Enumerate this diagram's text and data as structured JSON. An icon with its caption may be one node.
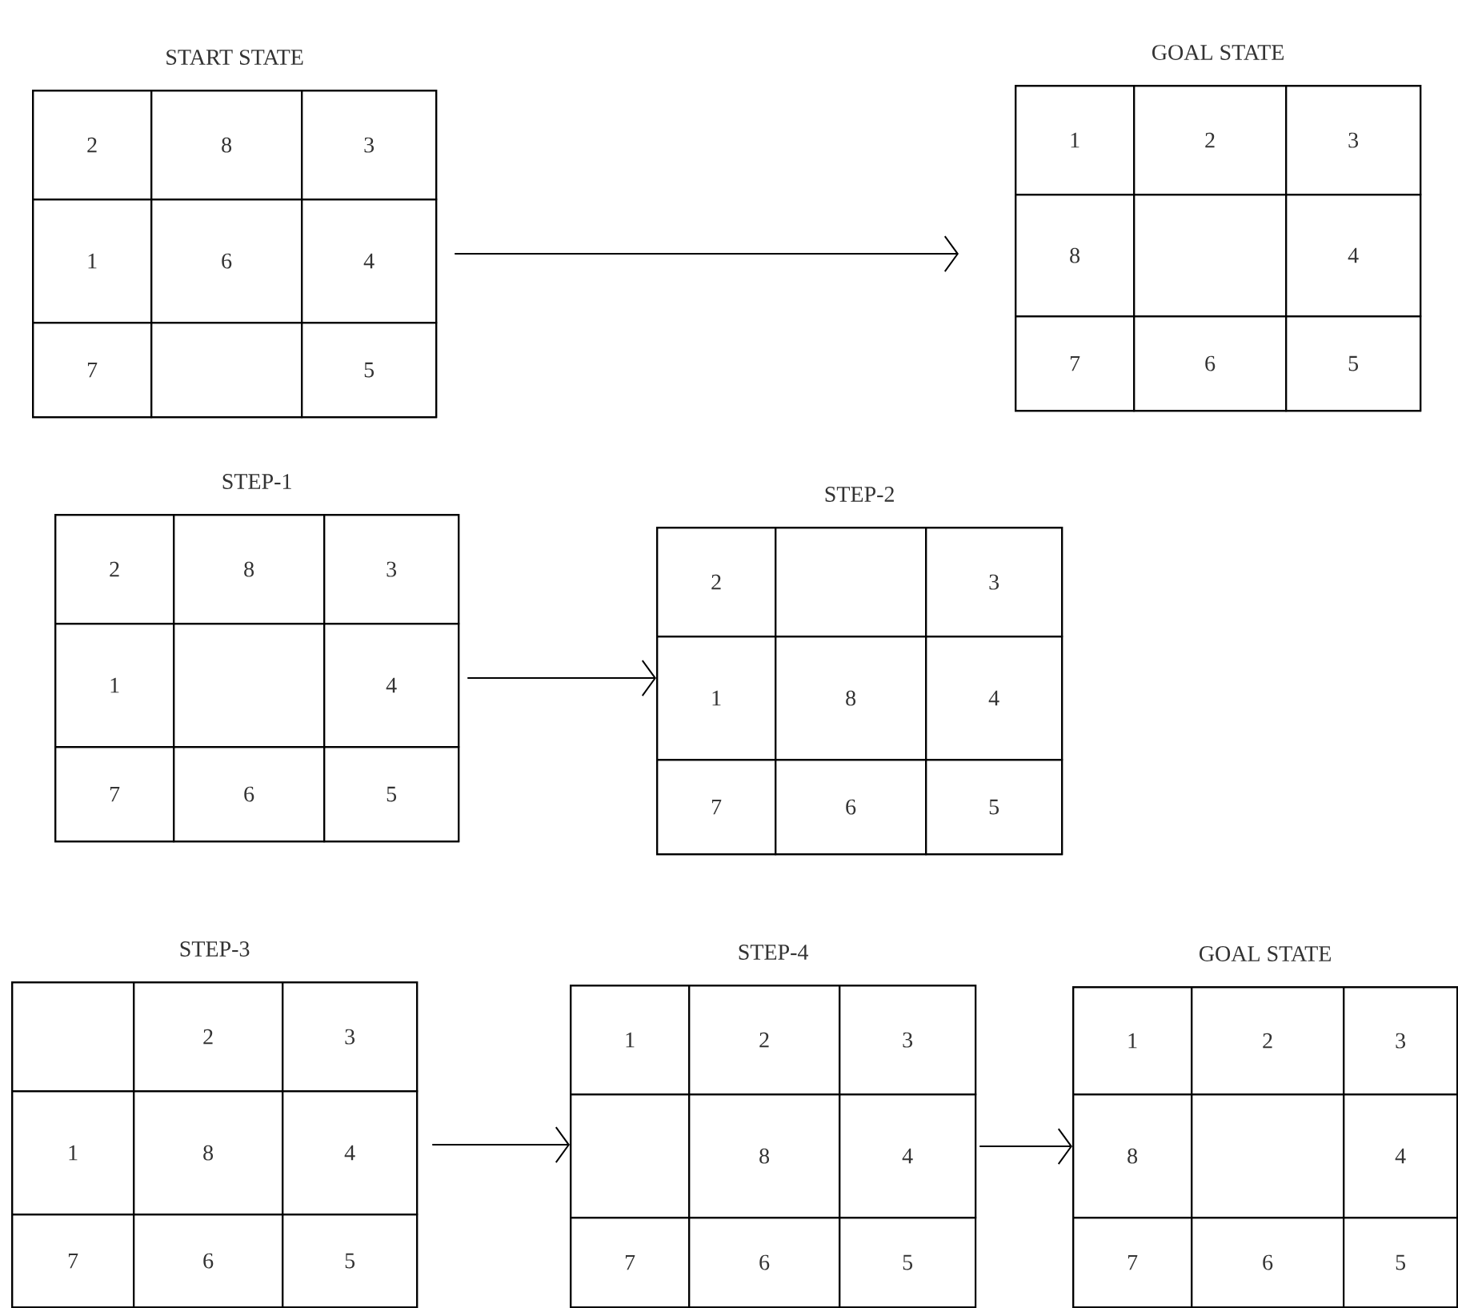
{
  "diagram": {
    "nodes": [
      {
        "text": [
          "START STATE"
        ]
      },
      {
        "text": [
          "2"
        ],
        "in": 0
      },
      {
        "text": [
          "8"
        ],
        "in": 0
      },
      {
        "text": [
          "3"
        ],
        "in": 0
      },
      {
        "text": [
          "1"
        ],
        "in": 0
      },
      {
        "text": [
          "6"
        ],
        "in": 0
      },
      {
        "text": [
          "4"
        ],
        "in": 0
      },
      {
        "text": [
          "7"
        ],
        "in": 0
      },
      {
        "text": [],
        "shape": "box",
        "in": 0
      },
      {
        "text": [
          "5"
        ],
        "in": 0
      },
      {
        "text": [
          "GOAL STATE"
        ]
      },
      {
        "text": [
          "1"
        ],
        "in": 10
      },
      {
        "text": [
          "2"
        ],
        "in": 10
      },
      {
        "text": [
          "3"
        ],
        "in": 10
      },
      {
        "text": [
          "8"
        ],
        "in": 10
      },
      {
        "text": [],
        "shape": "box",
        "in": 10
      },
      {
        "text": [
          "4"
        ],
        "in": 10
      },
      {
        "text": [
          "7"
        ],
        "in": 10
      },
      {
        "text": [
          "6"
        ],
        "in": 10
      },
      {
        "text": [
          "5"
        ],
        "in": 10
      },
      {
        "text": [
          "STEP-1"
        ]
      },
      {
        "text": [
          "2"
        ],
        "in": 20
      },
      {
        "text": [
          "8"
        ],
        "in": 20
      },
      {
        "text": [
          "3"
        ],
        "in": 20
      },
      {
        "text": [
          "1"
        ],
        "in": 20
      },
      {
        "text": [],
        "shape": "box",
        "in": 20
      },
      {
        "text": [
          "4"
        ],
        "in": 20
      },
      {
        "text": [
          "7"
        ],
        "in": 20
      },
      {
        "text": [
          "6"
        ],
        "in": 20
      },
      {
        "text": [
          "5"
        ],
        "in": 20
      },
      {
        "text": [
          "STEP-2"
        ]
      },
      {
        "text": [
          "2"
        ],
        "in": 30
      },
      {
        "text": [],
        "shape": "box",
        "in": 30
      },
      {
        "text": [
          "3"
        ],
        "in": 30
      },
      {
        "text": [
          "1"
        ],
        "in": 30
      },
      {
        "text": [
          "8"
        ],
        "in": 30
      },
      {
        "text": [
          "4"
        ],
        "in": 30
      },
      {
        "text": [
          "7"
        ],
        "in": 30
      },
      {
        "text": [
          "6"
        ],
        "in": 30
      },
      {
        "text": [
          "5"
        ],
        "in": 30
      },
      {
        "text": [
          "STEP-3"
        ]
      },
      {
        "text": [],
        "shape": "box",
        "in": 40
      },
      {
        "text": [
          "2"
        ],
        "in": 40
      },
      {
        "text": [
          "3"
        ],
        "in": 40
      },
      {
        "text": [
          "1"
        ],
        "in": 40
      },
      {
        "text": [
          "8"
        ],
        "in": 40
      },
      {
        "text": [
          "4"
        ],
        "in": 40
      },
      {
        "text": [
          "7"
        ],
        "in": 40
      },
      {
        "text": [
          "6"
        ],
        "in": 40
      },
      {
        "text": [
          "5"
        ],
        "in": 40
      },
      {
        "text": [
          "STEP-4"
        ]
      },
      {
        "text": [
          "1"
        ],
        "in": 50
      },
      {
        "text": [
          "2"
        ],
        "in": 50
      },
      {
        "text": [
          "3"
        ],
        "in": 50
      },
      {
        "text": [],
        "shape": "box",
        "in": 50
      },
      {
        "text": [
          "8"
        ],
        "in": 50
      },
      {
        "text": [
          "4"
        ],
        "in": 50
      },
      {
        "text": [
          "7"
        ],
        "in": 50
      },
      {
        "text": [
          "6"
        ],
        "in": 50
      },
      {
        "text": [
          "5"
        ],
        "in": 50
      },
      {
        "text": [
          "GOAL STATE"
        ]
      },
      {
        "text": [
          "1"
        ],
        "in": 60
      },
      {
        "text": [
          "2"
        ],
        "in": 60
      },
      {
        "text": [
          "3"
        ],
        "in": 60
      },
      {
        "text": [
          "8"
        ],
        "in": 60
      },
      {
        "text": [],
        "shape": "box",
        "in": 60
      },
      {
        "text": [
          "4"
        ],
        "in": 60
      },
      {
        "text": [
          "7"
        ],
        "in": 60
      },
      {
        "text": [
          "6"
        ],
        "in": 60
      },
      {
        "text": [
          "5"
        ],
        "in": 60
      }
    ],
    "edges": [
      {
        "from": 0,
        "to": 10,
        "arrow": "to"
      },
      {
        "from": 20,
        "to": 30,
        "arrow": "to"
      },
      {
        "from": 40,
        "to": 50,
        "arrow": "to"
      },
      {
        "from": 50,
        "to": 60,
        "arrow": "to"
      }
    ]
  }
}
